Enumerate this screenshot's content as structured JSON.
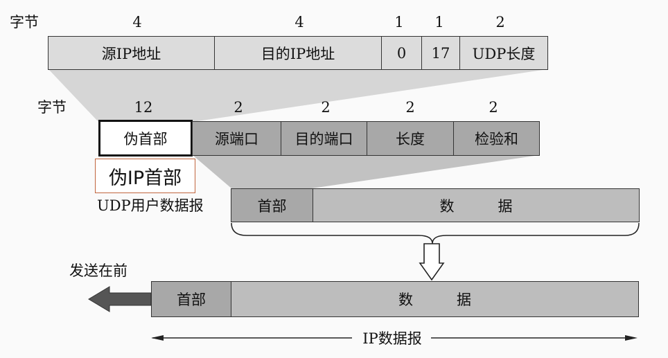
{
  "pseudo_header": {
    "byte_label": "字节",
    "byte_sizes": [
      "4",
      "4",
      "1",
      "1",
      "2"
    ],
    "fields": [
      "源IP地址",
      "目的IP地址",
      "0",
      "17",
      "UDP长度"
    ]
  },
  "udp_header": {
    "byte_label": "字节",
    "byte_sizes": [
      "12",
      "2",
      "2",
      "2",
      "2"
    ],
    "fields": [
      "伪首部",
      "源端口",
      "目的端口",
      "长度",
      "检验和"
    ]
  },
  "pseudo_callout": "伪IP首部",
  "udp_datagram": {
    "label": "UDP用户数据报",
    "header": "首部",
    "data": "数　　　据"
  },
  "ip_datagram": {
    "send_first_label": "发送在前",
    "header": "首部",
    "data": "数　　　据",
    "span_label": "IP数据报"
  },
  "colors": {
    "light_cell": "#dcdcdc",
    "mid_cell": "#a8a8a8",
    "callout_border": "#c0653d"
  },
  "icons": [
    "arrow-left-icon",
    "arrow-down-icon",
    "brace-icon",
    "mouse-cursor-icon"
  ]
}
